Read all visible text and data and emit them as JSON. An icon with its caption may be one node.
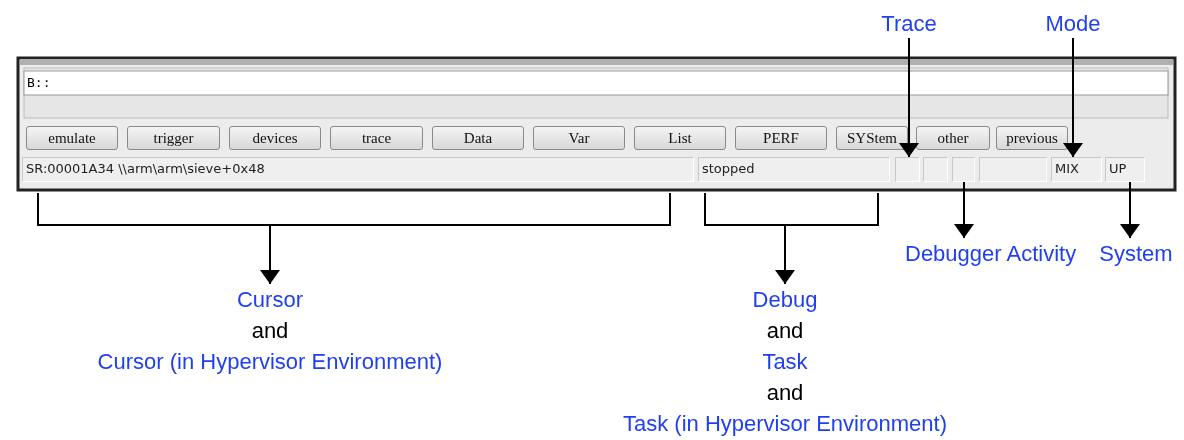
{
  "diagram": {
    "nodes": [
      {
        "text": [
          "Trace"
        ]
      },
      {
        "text": [
          "Mode"
        ]
      },
      {
        "text": [
          "emulate"
        ]
      },
      {
        "text": [
          "trigger"
        ]
      },
      {
        "text": [
          "devices"
        ]
      },
      {
        "text": [
          "trace"
        ]
      },
      {
        "text": [
          "Data"
        ]
      },
      {
        "text": [
          "Var"
        ]
      },
      {
        "text": [
          "List"
        ]
      },
      {
        "text": [
          "PERF"
        ]
      },
      {
        "text": [
          "SYStem"
        ]
      },
      {
        "text": [
          "other"
        ]
      },
      {
        "text": [
          "previous"
        ]
      },
      {
        "text": [
          "SR:00001A34 \\\\arm\\arm\\sieve+0x48"
        ]
      },
      {
        "text": [
          "stopped"
        ]
      },
      {
        "text": [],
        "shape": "box"
      },
      {
        "text": [],
        "shape": "box"
      },
      {
        "text": [],
        "shape": "box"
      },
      {
        "text": [],
        "shape": "box"
      },
      {
        "text": [
          "MIX"
        ]
      },
      {
        "text": [
          "UP"
        ]
      },
      {
        "text": [],
        "shape": "bracket"
      },
      {
        "text": [],
        "shape": "bracket"
      },
      {
        "text": [
          "Cursor",
          "and",
          "Cursor (in Hypervisor Environment)"
        ]
      },
      {
        "text": [
          "Debug",
          "and",
          "Task",
          "and",
          "Task (in Hypervisor Environment)"
        ]
      },
      {
        "text": [
          "Debugger Activity"
        ]
      },
      {
        "text": [
          "System"
        ]
      }
    ],
    "edges": [
      {
        "from": 0,
        "to": 15,
        "arrow": "to"
      },
      {
        "from": 1,
        "to": 19,
        "arrow": "to"
      },
      {
        "from": 21,
        "to": 23,
        "arrow": "to"
      },
      {
        "from": 22,
        "to": 24,
        "arrow": "to"
      },
      {
        "from": 17,
        "to": 25,
        "arrow": "to"
      },
      {
        "from": 20,
        "to": 26,
        "arrow": "to"
      }
    ],
    "labels": [
      "B::"
    ]
  }
}
